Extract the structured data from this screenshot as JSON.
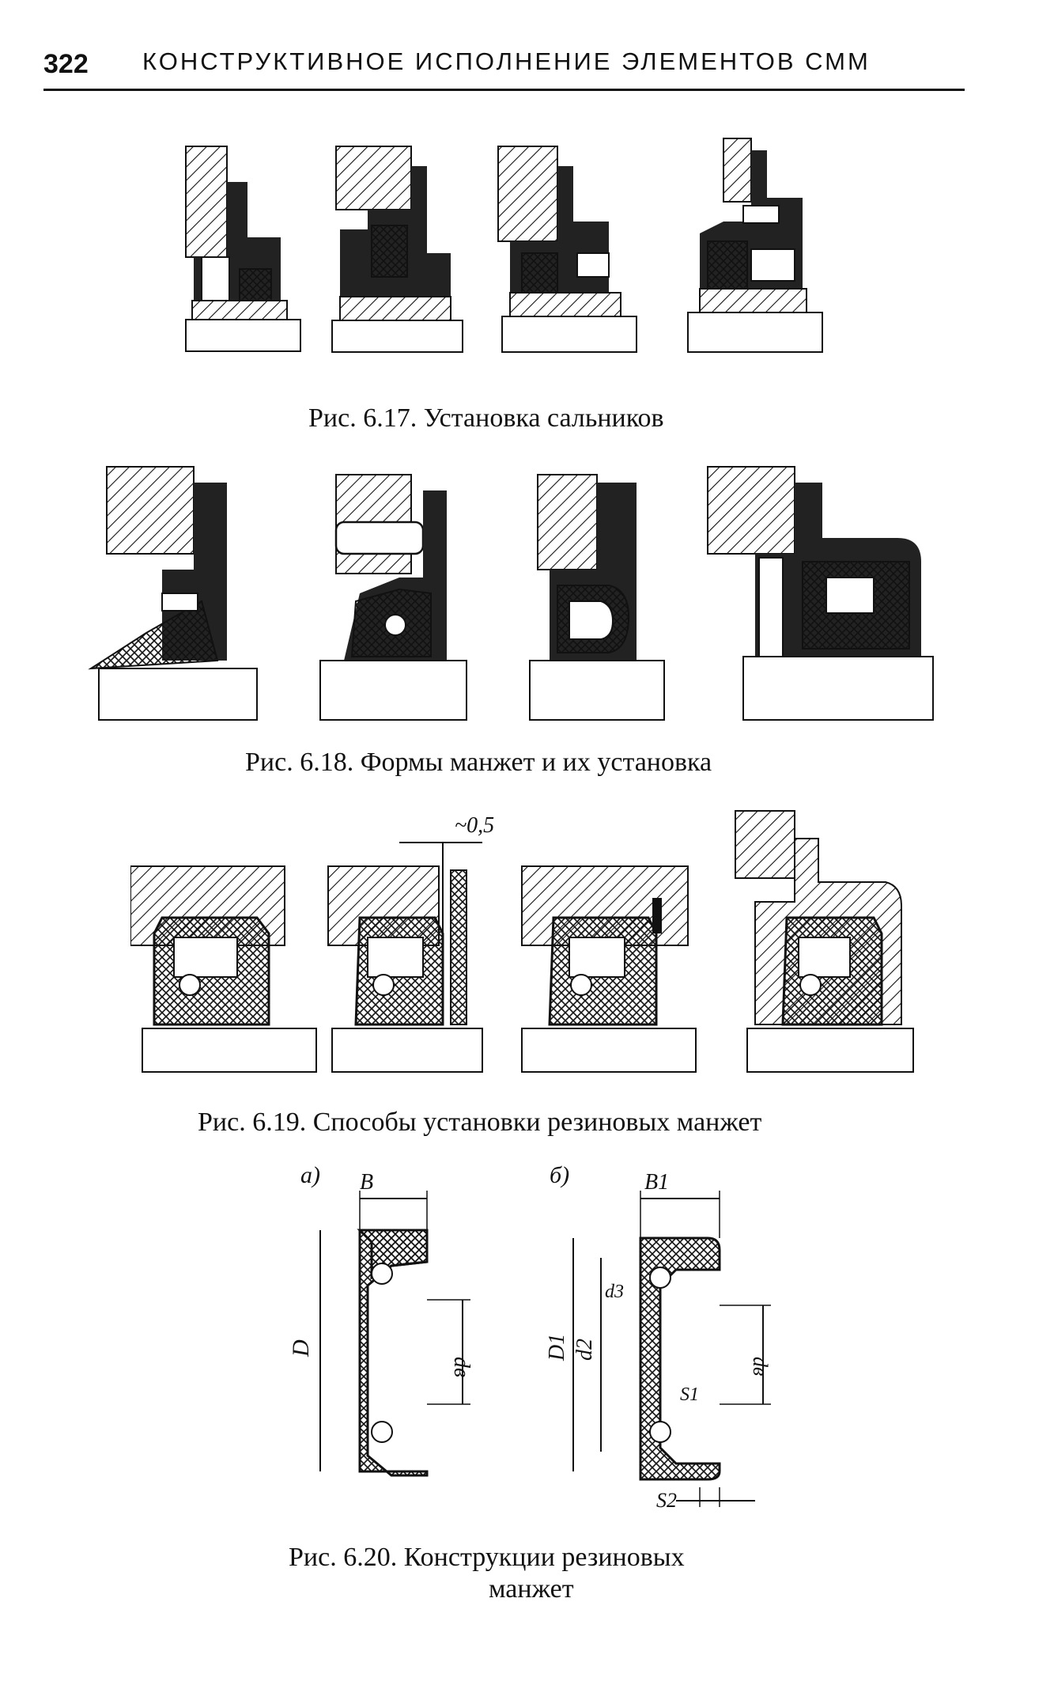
{
  "header": {
    "page_number": "322",
    "title": "КОНСТРУКТИВНОЕ ИСПОЛНЕНИЕ ЭЛЕМЕНТОВ СММ"
  },
  "figures": [
    {
      "id": "6.17",
      "caption": "Рис. 6.17. Установка сальников"
    },
    {
      "id": "6.18",
      "caption": "Рис. 6.18. Формы манжет и их установка"
    },
    {
      "id": "6.19",
      "caption": "Рис. 6.19. Способы установки резиновых манжет",
      "annotation": "~0,5"
    },
    {
      "id": "6.20",
      "caption_line1": "Рис.  6.20.  Конструкции  резиновых",
      "caption_line2": "манжет",
      "panel_a_label": "а)",
      "panel_b_label": "б)",
      "dims_a": [
        "B",
        "D",
        "dв"
      ],
      "dims_b": [
        "B1",
        "D1",
        "d2",
        "d3",
        "dв",
        "S1",
        "S2"
      ]
    }
  ],
  "colors": {
    "ink": "#111111",
    "paper": "#ffffff"
  }
}
